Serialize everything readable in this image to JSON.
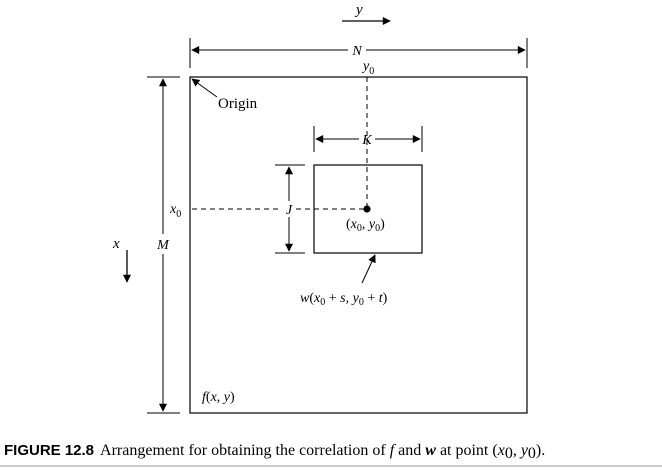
{
  "labels": {
    "y_axis": "y",
    "x_axis": "x",
    "N": "N",
    "M": "M",
    "K": "K",
    "J": "J",
    "y0_base": "y",
    "y0_sub": "0",
    "x0_base": "x",
    "x0_sub": "0",
    "origin": "Origin",
    "center_point": {
      "open": "(",
      "x": "x",
      "x_sub": "0",
      "comma": ", ",
      "y": "y",
      "y_sub": "0",
      "close": ")"
    },
    "w_label": {
      "w": "w",
      "open": "(",
      "x": "x",
      "x_sub": "0",
      "plus_s": " + ",
      "s": "s",
      "comma": ", ",
      "y": "y",
      "y_sub": "0",
      "plus_t": " + ",
      "t": "t",
      "close": ")"
    },
    "f_label": {
      "f": "f",
      "open": "(",
      "x": "x",
      "comma": ", ",
      "y": "y",
      "close": ")"
    }
  },
  "caption": {
    "label": "FIGURE 12.8",
    "text_before": "Arrangement for obtaining the correlation of ",
    "f": "f",
    "and": " and ",
    "w": "w",
    "at_point": " at point ",
    "point": {
      "open": "(",
      "x": "x",
      "x_sub": "0",
      "comma": ", ",
      "y": "y",
      "y_sub": "0",
      "close": ")."
    }
  }
}
